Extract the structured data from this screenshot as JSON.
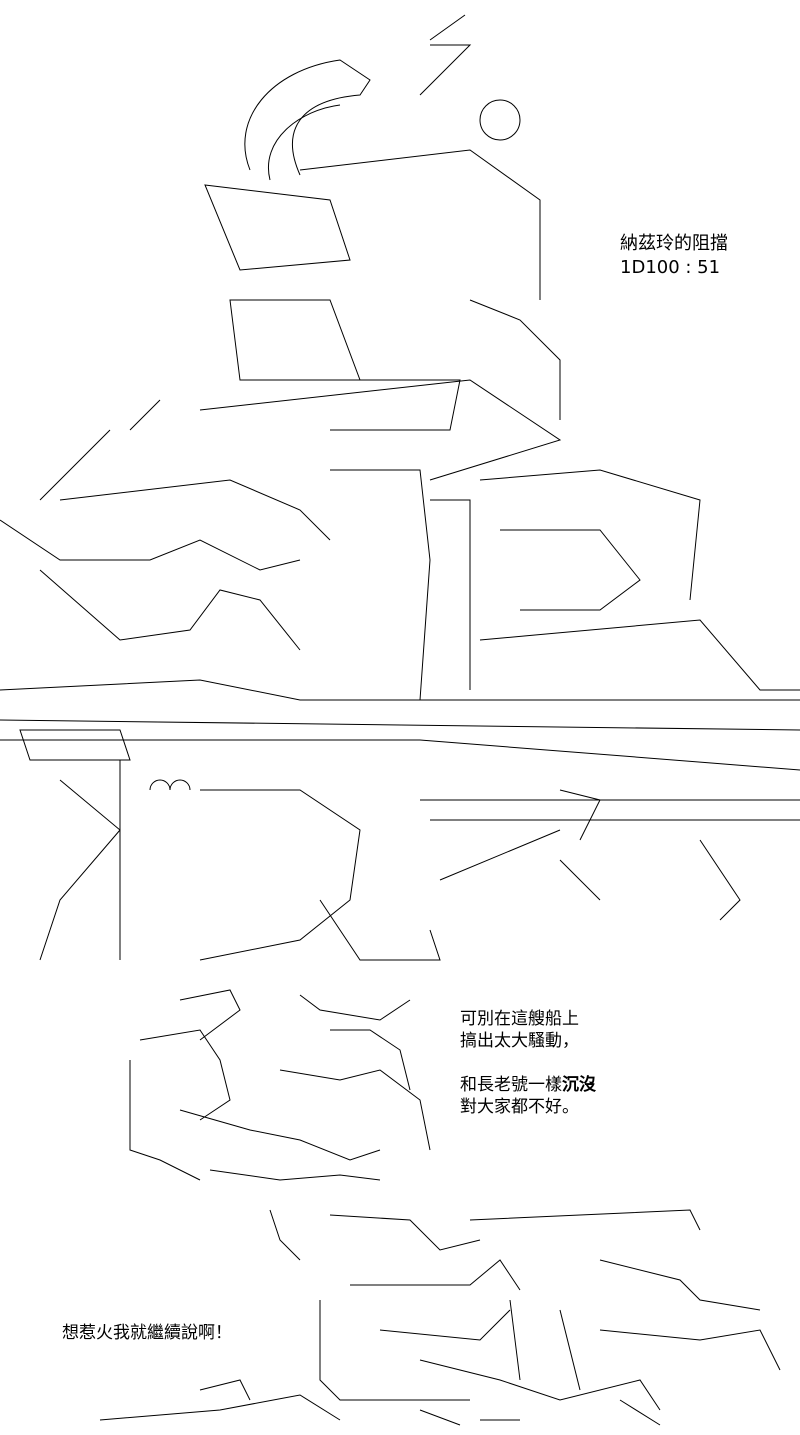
{
  "panel1": {
    "caption_line1": "納茲玲的阻擋",
    "caption_line2": "1D100 : 51"
  },
  "panel2": {
    "line1": "可別在這艘船上",
    "line2": "搞出太大騷動，",
    "line3_pre": "和長老號一樣",
    "line3_bold": "沉沒",
    "line4": "對大家都不好。"
  },
  "panel3": {
    "line1": "想惹火我就繼續說啊！"
  },
  "colors": {
    "ink": "#000000",
    "paper": "#ffffff"
  }
}
